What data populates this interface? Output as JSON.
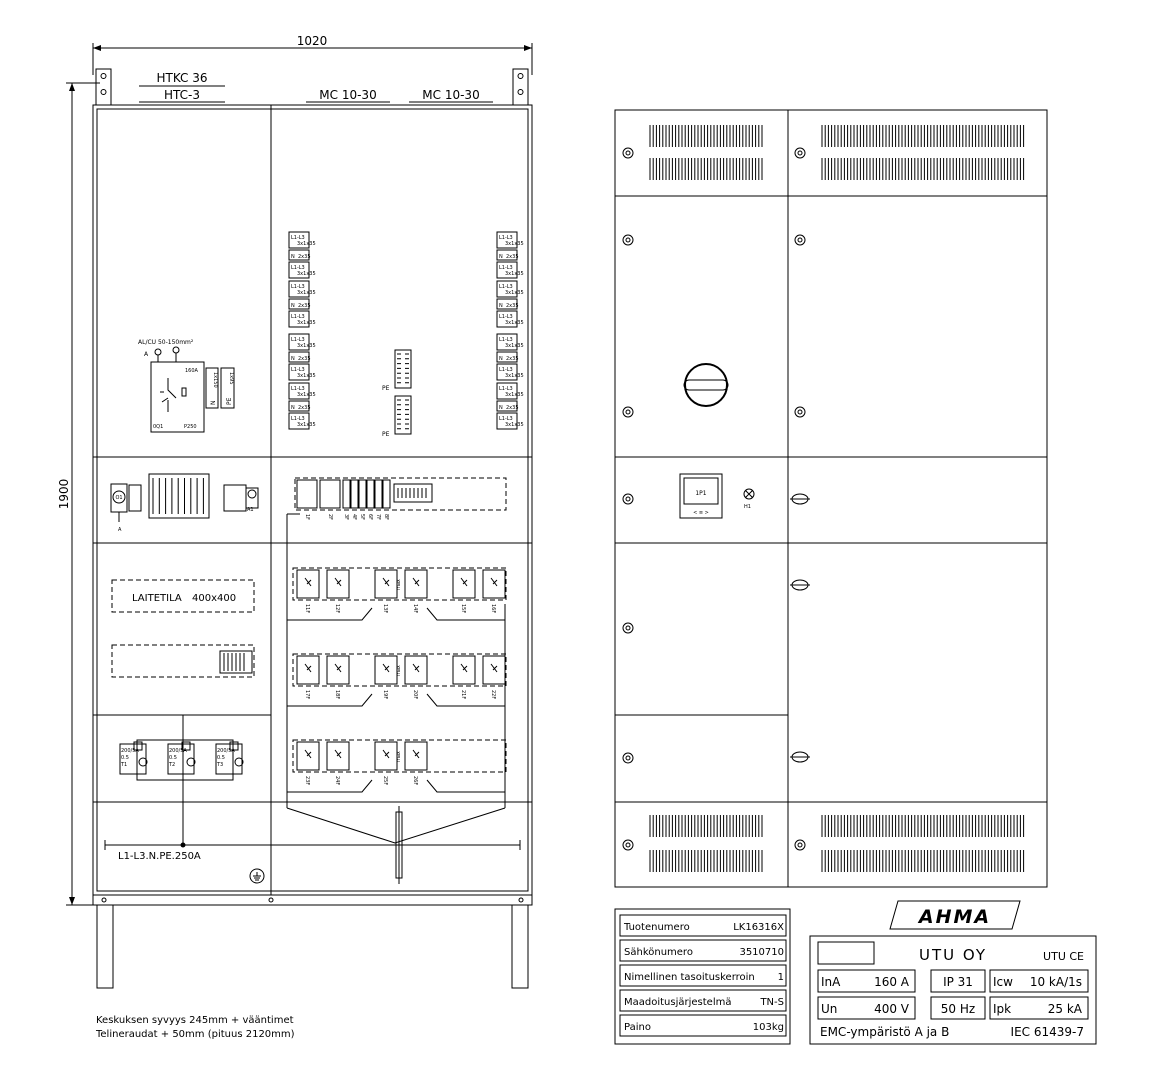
{
  "dimensions": {
    "width": "1020",
    "height": "1900"
  },
  "top_labels": {
    "htkc": "HTKC 36",
    "htc": "HTC-3",
    "mc_left": "MC 10-30",
    "mc_right": "MC 10-30"
  },
  "feeder_group_labels": {
    "phase": "L1-L3",
    "phase_size": "3x1x35",
    "neutral": "N",
    "neutral_size": "2x35"
  },
  "pe_label": "PE",
  "main_switch": {
    "cable_label": "AL/CU 50-150mm²",
    "a_label": "A",
    "rating": "160A",
    "q_label": "0Q1",
    "p_label": "P250",
    "n_size": "1x150",
    "n_label": "N",
    "pe_label": "PE",
    "pe_size": "1x95"
  },
  "meter_row": {
    "o1": "O1",
    "a": "A",
    "a1": "A1"
  },
  "fuse_row1": [
    "1F",
    "2F",
    "3F",
    "4F",
    "5F",
    "6F",
    "7F",
    "8F"
  ],
  "fuse_rows": [
    [
      "11F",
      "12F",
      "13F",
      "14F",
      "15F",
      "16F"
    ],
    [
      "17F",
      "18F",
      "19F",
      "20F",
      "21F",
      "22F"
    ],
    [
      "23F",
      "24F",
      "25F",
      "26F"
    ]
  ],
  "fuse_mark": "max",
  "device_space": {
    "label": "LAITETILA",
    "size": "400x400"
  },
  "ct_labels": [
    {
      "ratio": "200/5A",
      "cls": "0.5",
      "t": "T1"
    },
    {
      "ratio": "200/5A",
      "cls": "0.5",
      "t": "T2"
    },
    {
      "ratio": "200/5A",
      "cls": "0.5",
      "t": "T3"
    }
  ],
  "busbar_label": "L1-L3.N.PE.250A",
  "notes": [
    "Keskuksen syvyys 245mm + vääntimet",
    "Telineraudat + 50mm (pituus 2120mm)"
  ],
  "door": {
    "meter_label": "1P1",
    "meter_menu": "< ≡ >",
    "lamp_label": "H1"
  },
  "product_table": [
    {
      "label": "Tuotenumero",
      "value": "LK16316X"
    },
    {
      "label": "Sähkönumero",
      "value": "3510710"
    },
    {
      "label": "Nimellinen tasoituskerroin",
      "value": "1"
    },
    {
      "label": "Maadoitusjärjestelmä",
      "value": "TN-S"
    },
    {
      "label": "Paino",
      "value": "103kg"
    }
  ],
  "brand": "AHMA",
  "rating_plate": {
    "company": "UTU OY",
    "marks": "UTU CE",
    "rows": [
      [
        {
          "k": "InA",
          "v": "160 A"
        },
        {
          "k": "",
          "v": "IP 31"
        },
        {
          "k": "Icw",
          "v": "10 kA/1s"
        }
      ],
      [
        {
          "k": "Un",
          "v": "400 V"
        },
        {
          "k": "",
          "v": "50 Hz"
        },
        {
          "k": "Ipk",
          "v": "25 kA"
        }
      ]
    ],
    "emc": "EMC-ympäristö  A ja B",
    "standard": "IEC 61439-7"
  }
}
